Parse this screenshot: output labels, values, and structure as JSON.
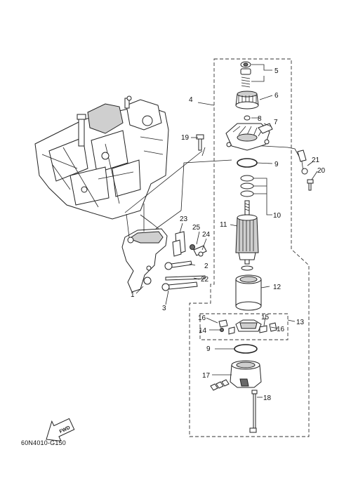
{
  "callouts": {
    "c1": "1",
    "c2": "2",
    "c3": "3",
    "c4": "4",
    "c5": "5",
    "c6": "6",
    "c7": "7",
    "c8": "8",
    "c9a": "9",
    "c9b": "9",
    "c10": "10",
    "c11": "11",
    "c12": "12",
    "c13": "13",
    "c14": "14",
    "c15": "15",
    "c16a": "16",
    "c16b": "16",
    "c17": "17",
    "c18": "18",
    "c19": "19",
    "c20": "20",
    "c21": "21",
    "c22": "22",
    "c23": "23",
    "c24": "24",
    "c25": "25"
  },
  "fwd_label": "FWD",
  "drawing_code": "60N4010-G150"
}
